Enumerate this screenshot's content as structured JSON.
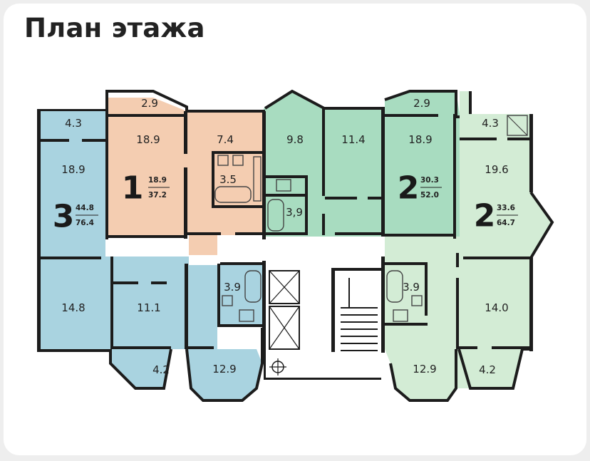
{
  "page": {
    "title": "План этажа"
  },
  "colors": {
    "blue": "#a9d3e0",
    "peach": "#f4cdb1",
    "green_mid": "#a8dcc0",
    "green_light": "#d3ecd5",
    "wall": "#1c1c1c"
  },
  "rooms": {
    "a3_balcony_top": "4.3",
    "a3_room_top": "18.9",
    "a3_room_bottom": "14.8",
    "a3_kitchen": "11.1",
    "a3_balcony_bottom": "4.2",
    "a1_balcony": "2.9",
    "a1_room": "18.9",
    "a1_kitchen": "7.4",
    "a1_bath": "3.5",
    "a2a_room_left": "9.8",
    "a2a_room_mid": "11.4",
    "a2a_bath": "3,9",
    "a2a_balcony": "2.9",
    "a2a_room": "18.9",
    "a2b_balcony_top": "4.3",
    "a2b_room_top": "19.6",
    "a2b_room_bottom": "14.0",
    "a2b_balcony_bottom": "4.2",
    "a3_bath": "3.9",
    "a3_room_bay": "12.9",
    "a2b_bath": "3.9",
    "a2b_room_bay": "12.9"
  },
  "apartments": [
    {
      "rooms": "3",
      "living": "44.8",
      "total": "76.4"
    },
    {
      "rooms": "1",
      "living": "18.9",
      "total": "37.2"
    },
    {
      "rooms": "2",
      "living": "30.3",
      "total": "52.0"
    },
    {
      "rooms": "2",
      "living": "33.6",
      "total": "64.7"
    }
  ]
}
